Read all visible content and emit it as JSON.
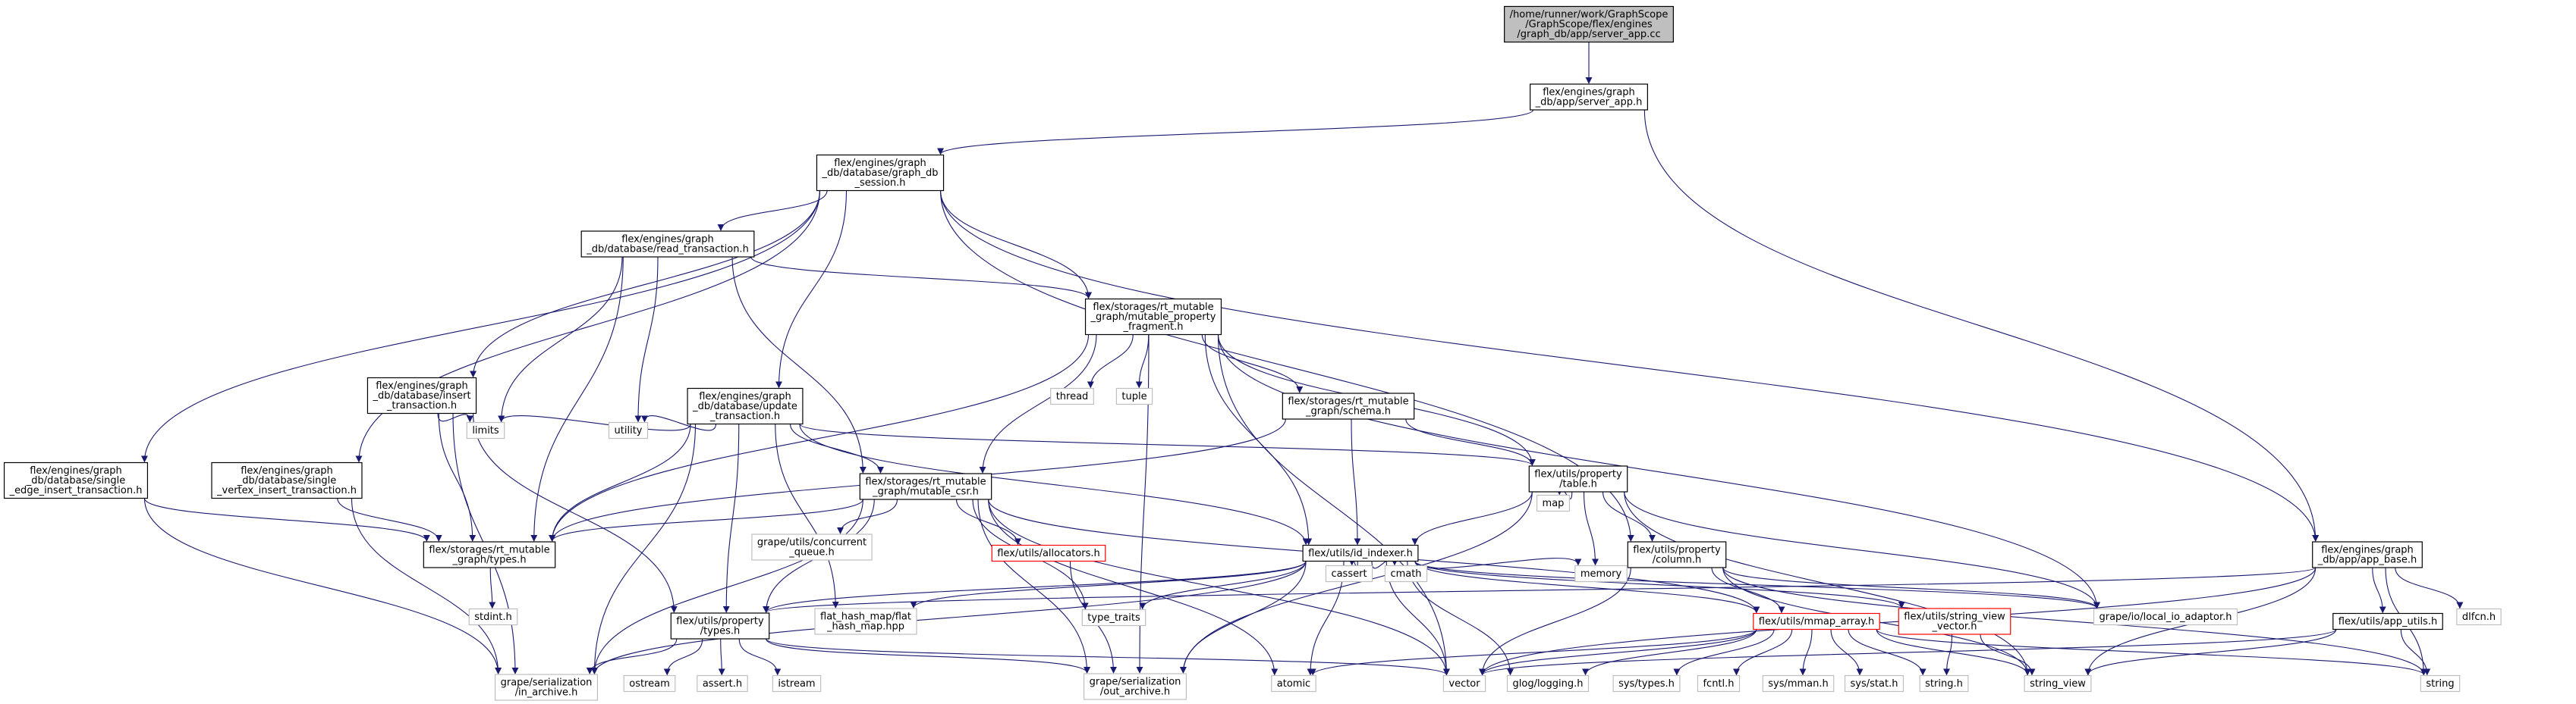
{
  "colors": {
    "edge": "#191970",
    "node_border": "#000000",
    "root_fill": "#bfbfbf",
    "system_border": "#bfbfbf",
    "missing_border": "#ff0000",
    "node_fill": "#ffffff"
  },
  "nodes": [
    {
      "id": "root",
      "kind": "root",
      "lines": [
        "/home/runner/work/GraphScope",
        "/GraphScope/flex/engines",
        "/graph_db/app/server_app.cc"
      ]
    },
    {
      "id": "server_app",
      "kind": "file",
      "lines": [
        "flex/engines/graph",
        "_db/app/server_app.h"
      ]
    },
    {
      "id": "graph_db_session",
      "kind": "file",
      "lines": [
        "flex/engines/graph",
        "_db/database/graph_db",
        "_session.h"
      ]
    },
    {
      "id": "read_txn",
      "kind": "file",
      "lines": [
        "flex/engines/graph",
        "_db/database/read_transaction.h"
      ]
    },
    {
      "id": "mutable_fragment",
      "kind": "file",
      "lines": [
        "flex/storages/rt_mutable",
        "_graph/mutable_property",
        "_fragment.h"
      ]
    },
    {
      "id": "insert_txn",
      "kind": "file",
      "lines": [
        "flex/engines/graph",
        "_db/database/insert",
        "_transaction.h"
      ]
    },
    {
      "id": "update_txn",
      "kind": "file",
      "lines": [
        "flex/engines/graph",
        "_db/database/update",
        "_transaction.h"
      ]
    },
    {
      "id": "schema",
      "kind": "file",
      "lines": [
        "flex/storages/rt_mutable",
        "_graph/schema.h"
      ]
    },
    {
      "id": "single_edge",
      "kind": "file",
      "lines": [
        "flex/engines/graph",
        "_db/database/single",
        "_edge_insert_transaction.h"
      ]
    },
    {
      "id": "single_vertex",
      "kind": "file",
      "lines": [
        "flex/engines/graph",
        "_db/database/single",
        "_vertex_insert_transaction.h"
      ]
    },
    {
      "id": "mutable_csr",
      "kind": "file",
      "lines": [
        "flex/storages/rt_mutable",
        "_graph/mutable_csr.h"
      ]
    },
    {
      "id": "table",
      "kind": "file",
      "lines": [
        "flex/utils/property",
        "/table.h"
      ]
    },
    {
      "id": "rt_types",
      "kind": "file",
      "lines": [
        "flex/storages/rt_mutable",
        "_graph/types.h"
      ]
    },
    {
      "id": "id_indexer",
      "kind": "file",
      "lines": [
        "flex/utils/id_indexer.h"
      ]
    },
    {
      "id": "column",
      "kind": "file",
      "lines": [
        "flex/utils/property",
        "/column.h"
      ]
    },
    {
      "id": "app_base",
      "kind": "file",
      "lines": [
        "flex/engines/graph",
        "_db/app/app_base.h"
      ]
    },
    {
      "id": "allocators",
      "kind": "missing",
      "lines": [
        "flex/utils/allocators.h"
      ]
    },
    {
      "id": "prop_types",
      "kind": "file",
      "lines": [
        "flex/utils/property",
        "/types.h"
      ]
    },
    {
      "id": "mmap_array",
      "kind": "missing",
      "lines": [
        "flex/utils/mmap_array.h"
      ]
    },
    {
      "id": "string_view_vector",
      "kind": "missing",
      "lines": [
        "flex/utils/string_view",
        "_vector.h"
      ]
    },
    {
      "id": "app_utils",
      "kind": "file",
      "lines": [
        "flex/utils/app_utils.h"
      ]
    },
    {
      "id": "thread",
      "kind": "system",
      "lines": [
        "thread"
      ]
    },
    {
      "id": "tuple",
      "kind": "system",
      "lines": [
        "tuple"
      ]
    },
    {
      "id": "limits",
      "kind": "system",
      "lines": [
        "limits"
      ]
    },
    {
      "id": "utility",
      "kind": "system",
      "lines": [
        "utility"
      ]
    },
    {
      "id": "concurrent_queue",
      "kind": "system",
      "lines": [
        "grape/utils/concurrent",
        "_queue.h"
      ]
    },
    {
      "id": "map",
      "kind": "system",
      "lines": [
        "map"
      ]
    },
    {
      "id": "stdint",
      "kind": "system",
      "lines": [
        "stdint.h"
      ]
    },
    {
      "id": "flat_hash_map",
      "kind": "system",
      "lines": [
        "flat_hash_map/flat",
        "_hash_map.hpp"
      ]
    },
    {
      "id": "type_traits",
      "kind": "system",
      "lines": [
        "type_traits"
      ]
    },
    {
      "id": "cassert",
      "kind": "system",
      "lines": [
        "cassert"
      ]
    },
    {
      "id": "cmath",
      "kind": "system",
      "lines": [
        "cmath"
      ]
    },
    {
      "id": "memory",
      "kind": "system",
      "lines": [
        "memory"
      ]
    },
    {
      "id": "local_io_adaptor",
      "kind": "system",
      "lines": [
        "grape/io/local_io_adaptor.h"
      ]
    },
    {
      "id": "dlfcn",
      "kind": "system",
      "lines": [
        "dlfcn.h"
      ]
    },
    {
      "id": "in_archive",
      "kind": "system",
      "lines": [
        "grape/serialization",
        "/in_archive.h"
      ]
    },
    {
      "id": "ostream",
      "kind": "system",
      "lines": [
        "ostream"
      ]
    },
    {
      "id": "assert",
      "kind": "system",
      "lines": [
        "assert.h"
      ]
    },
    {
      "id": "istream",
      "kind": "system",
      "lines": [
        "istream"
      ]
    },
    {
      "id": "out_archive",
      "kind": "system",
      "lines": [
        "grape/serialization",
        "/out_archive.h"
      ]
    },
    {
      "id": "atomic",
      "kind": "system",
      "lines": [
        "atomic"
      ]
    },
    {
      "id": "vector",
      "kind": "system",
      "lines": [
        "vector"
      ]
    },
    {
      "id": "glog",
      "kind": "system",
      "lines": [
        "glog/logging.h"
      ]
    },
    {
      "id": "sys_types",
      "kind": "system",
      "lines": [
        "sys/types.h"
      ]
    },
    {
      "id": "fcntl",
      "kind": "system",
      "lines": [
        "fcntl.h"
      ]
    },
    {
      "id": "sys_mman",
      "kind": "system",
      "lines": [
        "sys/mman.h"
      ]
    },
    {
      "id": "sys_stat",
      "kind": "system",
      "lines": [
        "sys/stat.h"
      ]
    },
    {
      "id": "string_h",
      "kind": "system",
      "lines": [
        "string.h"
      ]
    },
    {
      "id": "string_view",
      "kind": "system",
      "lines": [
        "string_view"
      ]
    },
    {
      "id": "string",
      "kind": "system",
      "lines": [
        "string"
      ]
    }
  ],
  "edges": [
    [
      "root",
      "server_app"
    ],
    [
      "server_app",
      "graph_db_session"
    ],
    [
      "server_app",
      "app_base"
    ],
    [
      "graph_db_session",
      "read_txn"
    ],
    [
      "graph_db_session",
      "insert_txn"
    ],
    [
      "graph_db_session",
      "single_edge"
    ],
    [
      "graph_db_session",
      "single_vertex"
    ],
    [
      "graph_db_session",
      "update_txn"
    ],
    [
      "graph_db_session",
      "mutable_fragment"
    ],
    [
      "graph_db_session",
      "column"
    ],
    [
      "graph_db_session",
      "app_base"
    ],
    [
      "read_txn",
      "mutable_fragment"
    ],
    [
      "read_txn",
      "mutable_csr"
    ],
    [
      "read_txn",
      "rt_types"
    ],
    [
      "read_txn",
      "limits"
    ],
    [
      "read_txn",
      "utility"
    ],
    [
      "mutable_fragment",
      "rt_types"
    ],
    [
      "mutable_fragment",
      "thread"
    ],
    [
      "mutable_fragment",
      "tuple"
    ],
    [
      "mutable_fragment",
      "schema"
    ],
    [
      "mutable_fragment",
      "mutable_csr"
    ],
    [
      "mutable_fragment",
      "id_indexer"
    ],
    [
      "mutable_fragment",
      "table"
    ],
    [
      "mutable_fragment",
      "local_io_adaptor"
    ],
    [
      "mutable_fragment",
      "vector"
    ],
    [
      "mutable_fragment",
      "out_archive"
    ],
    [
      "insert_txn",
      "rt_types"
    ],
    [
      "insert_txn",
      "limits"
    ],
    [
      "insert_txn",
      "prop_types"
    ],
    [
      "insert_txn",
      "in_archive"
    ],
    [
      "update_txn",
      "limits"
    ],
    [
      "update_txn",
      "utility"
    ],
    [
      "update_txn",
      "rt_types"
    ],
    [
      "update_txn",
      "mutable_csr"
    ],
    [
      "update_txn",
      "table"
    ],
    [
      "update_txn",
      "id_indexer"
    ],
    [
      "update_txn",
      "prop_types"
    ],
    [
      "update_txn",
      "in_archive"
    ],
    [
      "update_txn",
      "flat_hash_map"
    ],
    [
      "schema",
      "rt_types"
    ],
    [
      "schema",
      "id_indexer"
    ],
    [
      "schema",
      "table"
    ],
    [
      "single_edge",
      "rt_types"
    ],
    [
      "single_edge",
      "in_archive"
    ],
    [
      "single_vertex",
      "rt_types"
    ],
    [
      "single_vertex",
      "in_archive"
    ],
    [
      "mutable_csr",
      "rt_types"
    ],
    [
      "mutable_csr",
      "concurrent_queue"
    ],
    [
      "mutable_csr",
      "allocators"
    ],
    [
      "mutable_csr",
      "prop_types"
    ],
    [
      "mutable_csr",
      "mmap_array"
    ],
    [
      "mutable_csr",
      "type_traits"
    ],
    [
      "mutable_csr",
      "vector"
    ],
    [
      "mutable_csr",
      "atomic"
    ],
    [
      "mutable_csr",
      "out_archive"
    ],
    [
      "mutable_csr",
      "in_archive"
    ],
    [
      "table",
      "map"
    ],
    [
      "table",
      "memory"
    ],
    [
      "table",
      "column"
    ],
    [
      "table",
      "id_indexer"
    ],
    [
      "table",
      "string_view"
    ],
    [
      "table",
      "local_io_adaptor"
    ],
    [
      "table",
      "out_archive"
    ],
    [
      "rt_types",
      "stdint"
    ],
    [
      "id_indexer",
      "flat_hash_map"
    ],
    [
      "id_indexer",
      "prop_types"
    ],
    [
      "id_indexer",
      "type_traits"
    ],
    [
      "id_indexer",
      "cassert"
    ],
    [
      "id_indexer",
      "cmath"
    ],
    [
      "id_indexer",
      "memory"
    ],
    [
      "id_indexer",
      "mmap_array"
    ],
    [
      "id_indexer",
      "string_view_vector"
    ],
    [
      "id_indexer",
      "local_io_adaptor"
    ],
    [
      "id_indexer",
      "vector"
    ],
    [
      "id_indexer",
      "atomic"
    ],
    [
      "id_indexer",
      "glog"
    ],
    [
      "id_indexer",
      "in_archive"
    ],
    [
      "id_indexer",
      "out_archive"
    ],
    [
      "column",
      "mmap_array"
    ],
    [
      "column",
      "local_io_adaptor"
    ],
    [
      "column",
      "string_view"
    ],
    [
      "column",
      "string"
    ],
    [
      "column",
      "vector"
    ],
    [
      "app_base",
      "app_utils"
    ],
    [
      "app_base",
      "dlfcn"
    ],
    [
      "app_base",
      "string"
    ],
    [
      "app_base",
      "vector"
    ],
    [
      "app_base",
      "string_view"
    ],
    [
      "app_base",
      "prop_types"
    ],
    [
      "allocators",
      "out_archive"
    ],
    [
      "prop_types",
      "in_archive"
    ],
    [
      "prop_types",
      "ostream"
    ],
    [
      "prop_types",
      "assert"
    ],
    [
      "prop_types",
      "istream"
    ],
    [
      "prop_types",
      "out_archive"
    ],
    [
      "prop_types",
      "vector"
    ],
    [
      "mmap_array",
      "atomic"
    ],
    [
      "mmap_array",
      "vector"
    ],
    [
      "mmap_array",
      "glog"
    ],
    [
      "mmap_array",
      "sys_types"
    ],
    [
      "mmap_array",
      "fcntl"
    ],
    [
      "mmap_array",
      "sys_mman"
    ],
    [
      "mmap_array",
      "sys_stat"
    ],
    [
      "mmap_array",
      "string_h"
    ],
    [
      "mmap_array",
      "string_view"
    ],
    [
      "mmap_array",
      "string"
    ],
    [
      "string_view_vector",
      "string_h"
    ],
    [
      "string_view_vector",
      "string_view"
    ],
    [
      "app_utils",
      "string"
    ],
    [
      "app_utils",
      "vector"
    ],
    [
      "app_utils",
      "string_view"
    ]
  ]
}
